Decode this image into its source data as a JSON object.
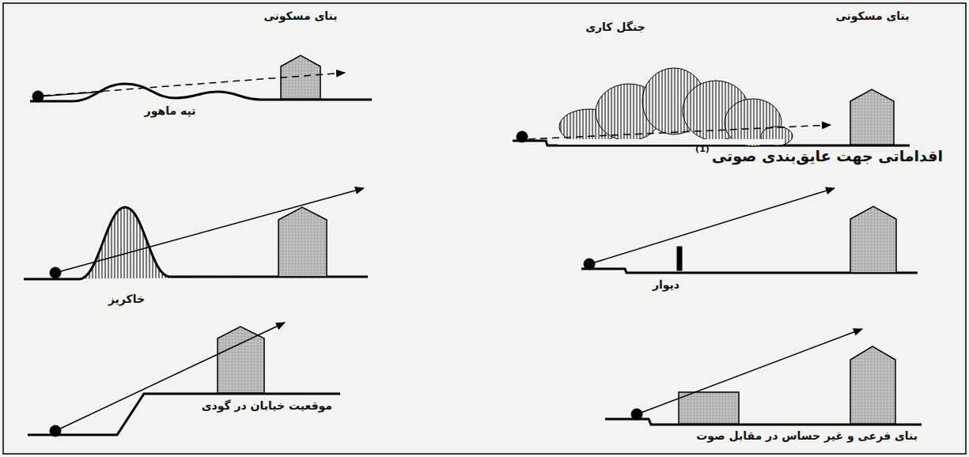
{
  "diagram": {
    "title": "اقداماتی جهت عایق‌بندی صوتی",
    "labels": [
      "بنای مسکونی",
      "جنگل کاری",
      "بنای مسکونی",
      "تپه ماهور",
      "(1)",
      "خاکریز",
      "دیوار",
      "موقعیت خیابان در گودی",
      "بنای فرعی و غیر حساس در مقابل صوت"
    ]
  }
}
